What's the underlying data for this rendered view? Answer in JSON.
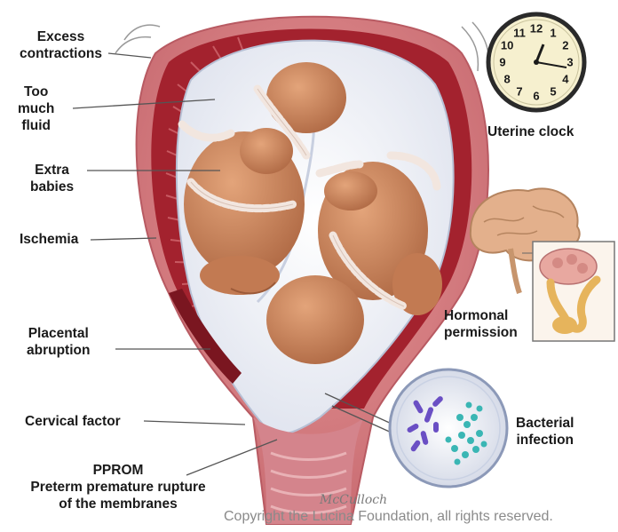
{
  "labels": {
    "excess_contractions": "Excess\ncontractions",
    "too_much_fluid": "Too\nmuch\nfluid",
    "extra_babies": "Extra\nbabies",
    "ischemia": "Ischemia",
    "placental_abruption": "Placental\nabruption",
    "cervical_factor": "Cervical factor",
    "pprom_title": "PPROM",
    "pprom_desc": "Preterm premature rupture\nof the membranes",
    "uterine_clock": "Uterine clock",
    "hormonal_permission": "Hormonal\npermission",
    "bacterial_infection": "Bacterial\ninfection"
  },
  "clock": {
    "numbers": [
      "12",
      "1",
      "2",
      "3",
      "4",
      "5",
      "6",
      "7",
      "8",
      "9",
      "10",
      "11"
    ]
  },
  "signature": "McCulloch",
  "copyright": "Copyright the Lucina Foundation, all rights reserved.",
  "colors": {
    "uterus_outer": "#d9868a",
    "uterus_wall": "#a3222e",
    "sac": "#eef0f6",
    "fetus_skin": "#c9835a",
    "cord": "#f2e6df",
    "bacteria_purple": "#6a4fc4",
    "bacteria_teal": "#3ab6b4"
  }
}
